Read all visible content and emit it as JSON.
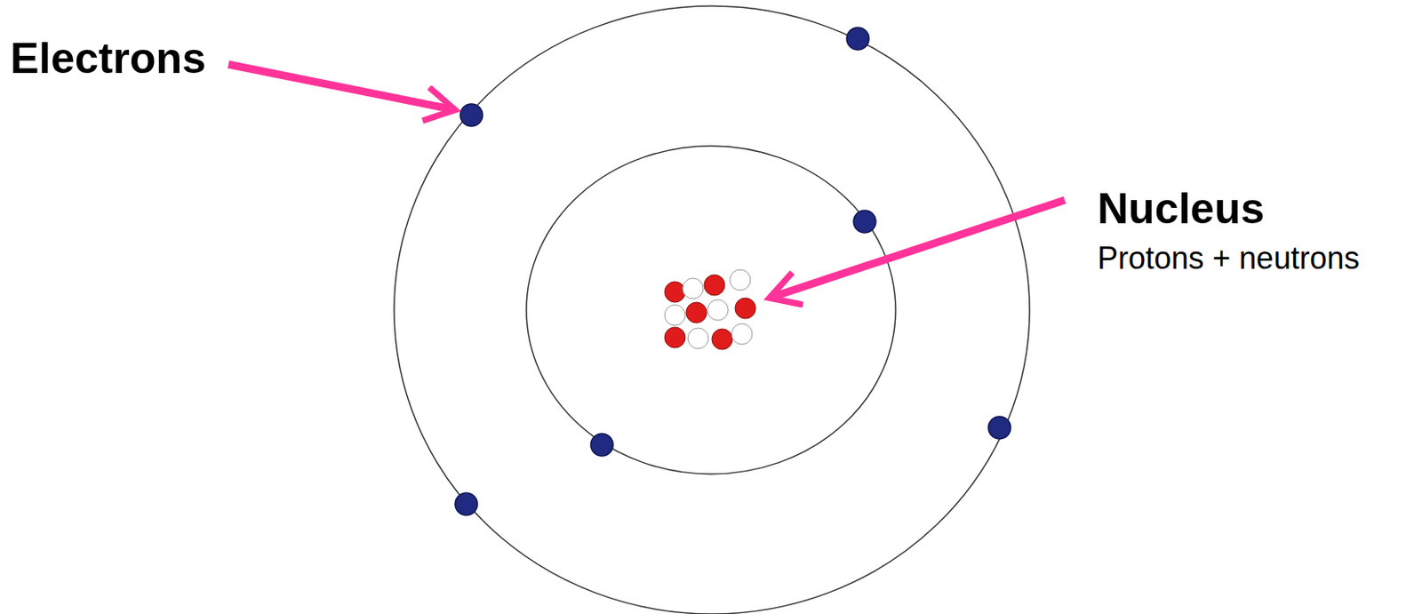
{
  "diagram": {
    "labels": [
      "Electrons",
      "Nucleus",
      "Protons + neutrons"
    ]
  }
}
